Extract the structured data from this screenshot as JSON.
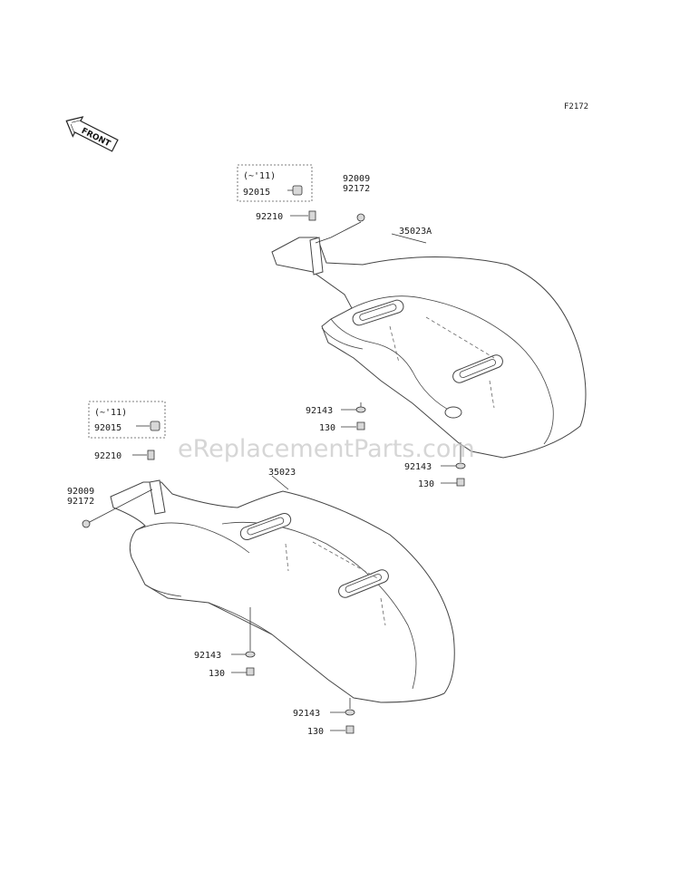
{
  "diagram_code": "F2172",
  "front_label": "FRONT",
  "watermark": "eReplacementParts.com",
  "upper_assembly": {
    "part": "35023A",
    "box_note": "(~'11)",
    "box_part": "92015",
    "bracket": "92210",
    "bolt_a": "92009",
    "bolt_b": "92172",
    "washer_1": "92143",
    "screw_1": "130",
    "washer_2": "92143",
    "screw_2": "130"
  },
  "lower_assembly": {
    "part": "35023",
    "box_note": "(~'11)",
    "box_part": "92015",
    "bracket": "92210",
    "bolt_a": "92009",
    "bolt_b": "92172",
    "washer_1": "92143",
    "screw_1": "130",
    "washer_2": "92143",
    "screw_2": "130"
  }
}
